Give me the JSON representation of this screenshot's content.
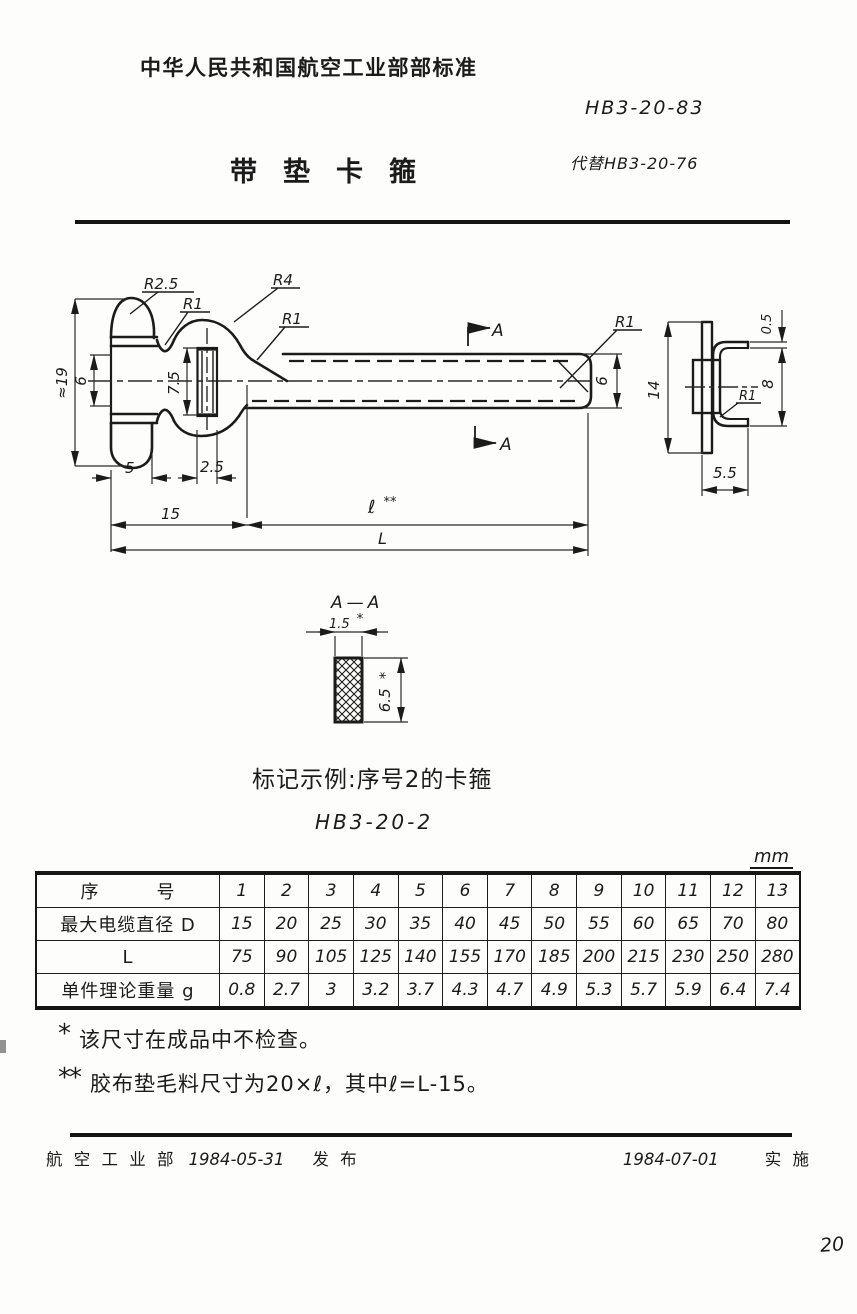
{
  "header": {
    "org_standard": "中华人民共和国航空工业部部标准",
    "standard_no": "HB3-20-83",
    "replaces": "代替HB3-20-76",
    "title": "带垫卡箍"
  },
  "drawing": {
    "r2_5": "R2.5",
    "r1": "R1",
    "r4": "R4",
    "dim_approx19": "≈19",
    "dim_6": "6",
    "dim_7_5": "7.5",
    "dim_5": "5",
    "dim_2_5": "2.5",
    "dim_15": "15",
    "dim_ell": "ℓ",
    "double_star": "**",
    "dim_L": "L",
    "section_mark": "A",
    "dim_14": "14",
    "dim_0_5": "0.5",
    "dim_8": "8",
    "dim_5_5": "5.5",
    "section_title": "A—A",
    "dim_1_5": "1.5",
    "star": "*",
    "dim_6_5": "6.5"
  },
  "marking": {
    "example": "标记示例:序号2的卡箍",
    "code": "HB3-20-2"
  },
  "table": {
    "unit": "mm",
    "rows": [
      {
        "label": "序　　　号",
        "values": [
          "1",
          "2",
          "3",
          "4",
          "5",
          "6",
          "7",
          "8",
          "9",
          "10",
          "11",
          "12",
          "13"
        ]
      },
      {
        "label": "最大电缆直径 D",
        "values": [
          "15",
          "20",
          "25",
          "30",
          "35",
          "40",
          "45",
          "50",
          "55",
          "60",
          "65",
          "70",
          "80"
        ]
      },
      {
        "label": "L",
        "values": [
          "75",
          "90",
          "105",
          "125",
          "140",
          "155",
          "170",
          "185",
          "200",
          "215",
          "230",
          "250",
          "280"
        ]
      },
      {
        "label": "单件理论重量 g",
        "values": [
          "0.8",
          "2.7",
          "3",
          "3.2",
          "3.7",
          "4.3",
          "4.7",
          "4.9",
          "5.3",
          "5.7",
          "5.9",
          "6.4",
          "7.4"
        ]
      }
    ]
  },
  "notes": [
    {
      "marker": "*",
      "text": "该尺寸在成品中不检查。"
    },
    {
      "marker": "**",
      "text": "胶布垫毛料尺寸为20×ℓ，其中ℓ=L-15。"
    }
  ],
  "footer": {
    "issuer": "航 空 工 业 部",
    "issue_date": "1984-05-31",
    "issue_label": "发 布",
    "impl_date": "1984-07-01",
    "impl_label": "实 施"
  },
  "page_number": "20"
}
